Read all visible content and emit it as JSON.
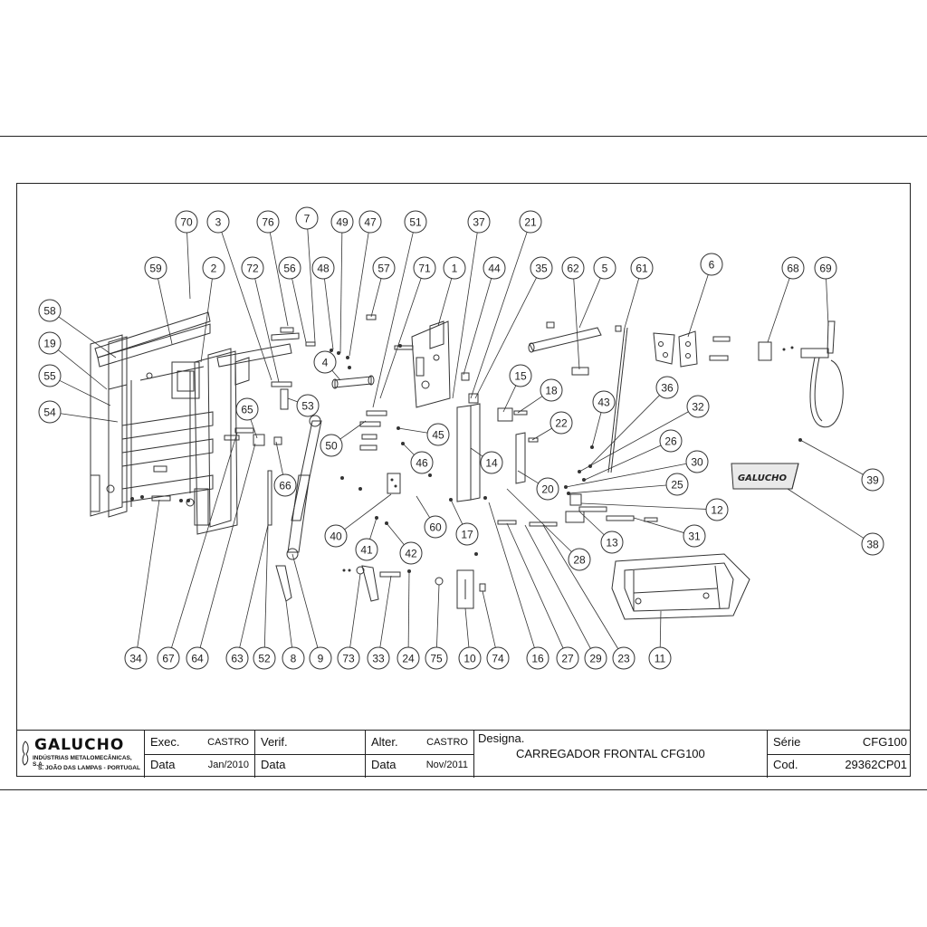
{
  "balloons": [
    "70",
    "3",
    "76",
    "7",
    "49",
    "47",
    "51",
    "37",
    "21",
    "59",
    "2",
    "72",
    "56",
    "48",
    "57",
    "71",
    "1",
    "44",
    "35",
    "62",
    "5",
    "61",
    "6",
    "68",
    "69",
    "58",
    "19",
    "55",
    "54",
    "4",
    "53",
    "15",
    "18",
    "22",
    "43",
    "36",
    "32",
    "26",
    "30",
    "25",
    "12",
    "45",
    "46",
    "50",
    "14",
    "20",
    "39",
    "38",
    "40",
    "41",
    "42",
    "60",
    "17",
    "13",
    "31",
    "28",
    "16",
    "27",
    "29",
    "23",
    "11",
    "65",
    "66",
    "34",
    "67",
    "64",
    "63",
    "52",
    "8",
    "9",
    "73",
    "33",
    "24",
    "75",
    "10",
    "74"
  ],
  "emblem_text": "GALUCHO",
  "title_block": {
    "logo_name": "GALUCHO",
    "logo_line1": "INDÚSTRIAS METALOMECÂNICAS, S.A.",
    "logo_line2": "S. JOÃO DAS LAMPAS - PORTUGAL",
    "exec_label": "Exec.",
    "exec_value": "CASTRO",
    "data1_label": "Data",
    "data1_value": "Jan/2010",
    "verif_label": "Verif.",
    "data2_label": "Data",
    "alter_label": "Alter.",
    "alter_value": "CASTRO",
    "data3_label": "Data",
    "data3_value": "Nov/2011",
    "designa_label": "Designa.",
    "designa_value": "CARREGADOR FRONTAL CFG100",
    "serie_label": "Série",
    "serie_value": "CFG100",
    "cod_label": "Cod.",
    "cod_value": "29362CP01"
  }
}
